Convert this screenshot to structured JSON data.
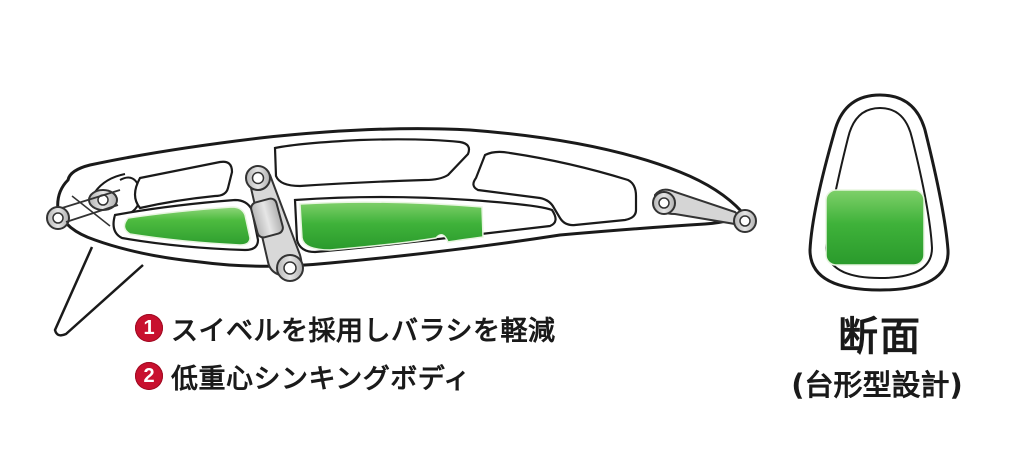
{
  "features": [
    {
      "number": "1",
      "text": "スイベルを採用しバラシを軽減"
    },
    {
      "number": "2",
      "text": "低重心シンキングボディ"
    }
  ],
  "cross_section": {
    "title": "断面",
    "subtitle": "(台形型設計)"
  },
  "colors": {
    "badge_red": "#c8102e",
    "weight_green": "#3db33a",
    "outline": "#1a1a1a",
    "metal_gray": "#c8c8c8"
  }
}
